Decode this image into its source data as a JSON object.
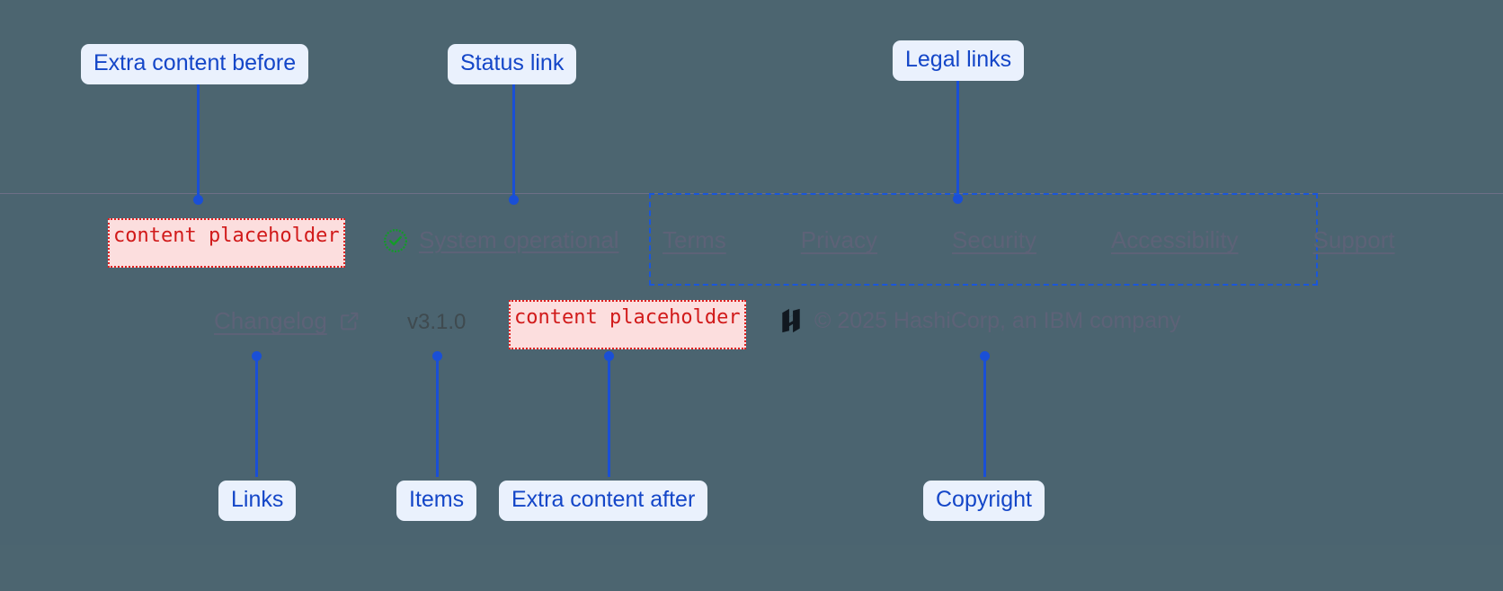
{
  "theme": {
    "page_background": "#4c6570",
    "footer_background": "#4b6470",
    "divider": "#6d6f86",
    "annotation_accent": "#1a4fd6",
    "annotation_chip_bg": "#eaf1fd",
    "annotation_chip_text": "#1446c8",
    "placeholder_text": "#d11a1a",
    "placeholder_bg": "#fcdede",
    "placeholder_border": "#e02020",
    "link_text": "#5d6277",
    "status_ok": "#149a2a"
  },
  "footer": {
    "extra_content_before": {
      "text": "content placeholder"
    },
    "status": {
      "icon": "circle-check-icon",
      "label": "System operational"
    },
    "legal_links": [
      {
        "label": "Terms"
      },
      {
        "label": "Privacy"
      },
      {
        "label": "Security"
      },
      {
        "label": "Accessibility"
      },
      {
        "label": "Support"
      }
    ],
    "changelog": {
      "label": "Changelog",
      "icon": "external-link-icon"
    },
    "version": "v3.1.0",
    "extra_content_after": {
      "text": "content placeholder"
    },
    "copyright": {
      "logo": "hashicorp-logo",
      "text": "© 2025 HashiCorp, an IBM company"
    }
  },
  "annotations": [
    {
      "id": "extra-content-before",
      "label": "Extra content before"
    },
    {
      "id": "status-link",
      "label": "Status link"
    },
    {
      "id": "legal-links",
      "label": "Legal links"
    },
    {
      "id": "links",
      "label": "Links"
    },
    {
      "id": "items",
      "label": "Items"
    },
    {
      "id": "extra-content-after",
      "label": "Extra content after"
    },
    {
      "id": "copyright",
      "label": "Copyright"
    }
  ]
}
